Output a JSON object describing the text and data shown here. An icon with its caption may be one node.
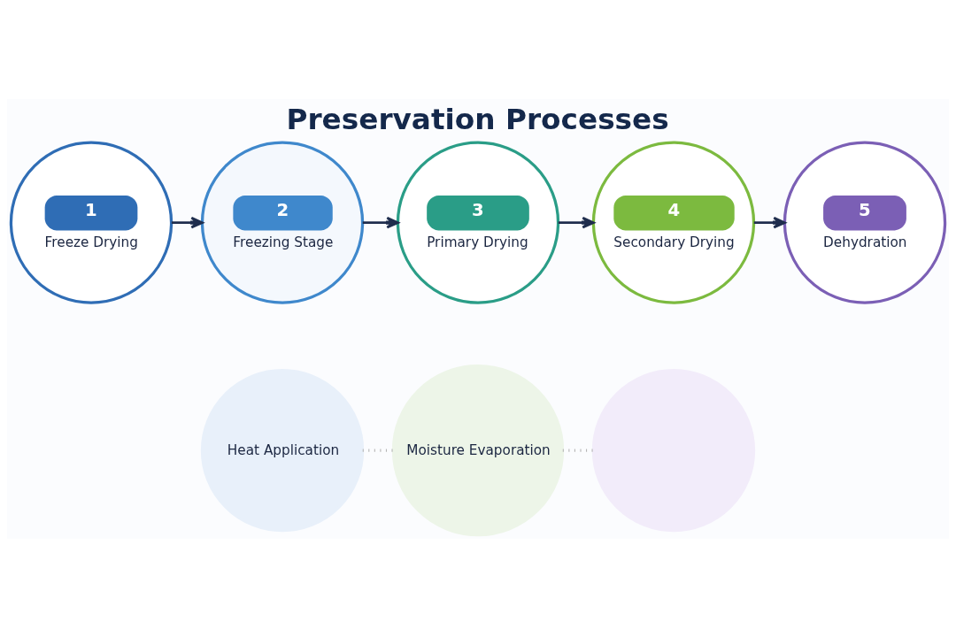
{
  "diagram": {
    "title": "Preservation Processes",
    "nodes": [
      {
        "text": [
          "1",
          "Freeze Drying"
        ]
      },
      {
        "text": [
          "2",
          "Freezing Stage"
        ]
      },
      {
        "text": [
          "3",
          "Primary Drying"
        ]
      },
      {
        "text": [
          "4",
          "Secondary Drying"
        ]
      },
      {
        "text": [
          "5",
          "Dehydration"
        ]
      },
      {
        "text": [
          "Heat Application"
        ]
      },
      {
        "text": [
          "Moisture Evaporation"
        ]
      },
      {
        "text": [],
        "shape": "circle"
      }
    ],
    "edges": [
      {
        "from": 0,
        "to": 1,
        "arrow": "to"
      },
      {
        "from": 1,
        "to": 2,
        "arrow": "to"
      },
      {
        "from": 2,
        "to": 3,
        "arrow": "to"
      },
      {
        "from": 3,
        "to": 4,
        "arrow": "to"
      },
      {
        "from": 5,
        "to": 6,
        "arrow": "none",
        "style": "dashed",
        "color": "#b5b5b5"
      },
      {
        "from": 6,
        "to": 7,
        "arrow": "none",
        "style": "dashed",
        "color": "#b5b5b5"
      }
    ]
  }
}
